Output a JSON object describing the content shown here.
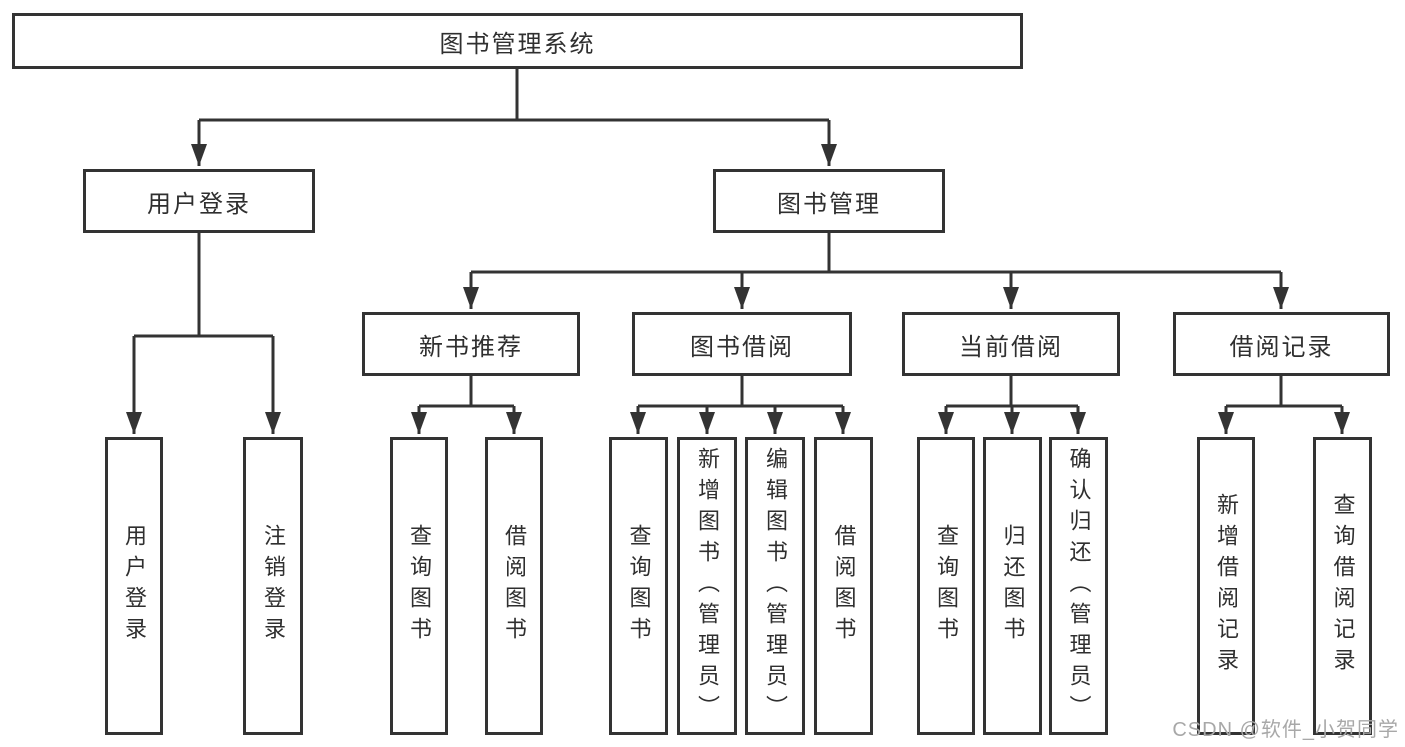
{
  "diagram": {
    "title": "图书管理系统",
    "level2": [
      {
        "label": "用户登录"
      },
      {
        "label": "图书管理"
      }
    ],
    "level3": [
      {
        "label": "新书推荐",
        "parent": "图书管理"
      },
      {
        "label": "图书借阅",
        "parent": "图书管理"
      },
      {
        "label": "当前借阅",
        "parent": "图书管理"
      },
      {
        "label": "借阅记录",
        "parent": "图书管理"
      }
    ],
    "leaves": [
      {
        "label": "用户登录",
        "parent": "用户登录"
      },
      {
        "label": "注销登录",
        "parent": "用户登录"
      },
      {
        "label": "查询图书",
        "parent": "新书推荐"
      },
      {
        "label": "借阅图书",
        "parent": "新书推荐"
      },
      {
        "label": "查询图书",
        "parent": "图书借阅"
      },
      {
        "label": "新增图书（管理员）",
        "parent": "图书借阅"
      },
      {
        "label": "编辑图书（管理员）",
        "parent": "图书借阅"
      },
      {
        "label": "借阅图书",
        "parent": "图书借阅"
      },
      {
        "label": "查询图书",
        "parent": "当前借阅"
      },
      {
        "label": "归还图书",
        "parent": "当前借阅"
      },
      {
        "label": "确认归还（管理员）",
        "parent": "当前借阅"
      },
      {
        "label": "新增借阅记录",
        "parent": "借阅记录"
      },
      {
        "label": "查询借阅记录",
        "parent": "借阅记录"
      }
    ]
  },
  "watermark": {
    "text": "CSDN @软件_小贺同学"
  },
  "colors": {
    "line": "#333333",
    "text": "#2f2f2f",
    "background": "#ffffff",
    "watermark": "#a8a8a8"
  }
}
